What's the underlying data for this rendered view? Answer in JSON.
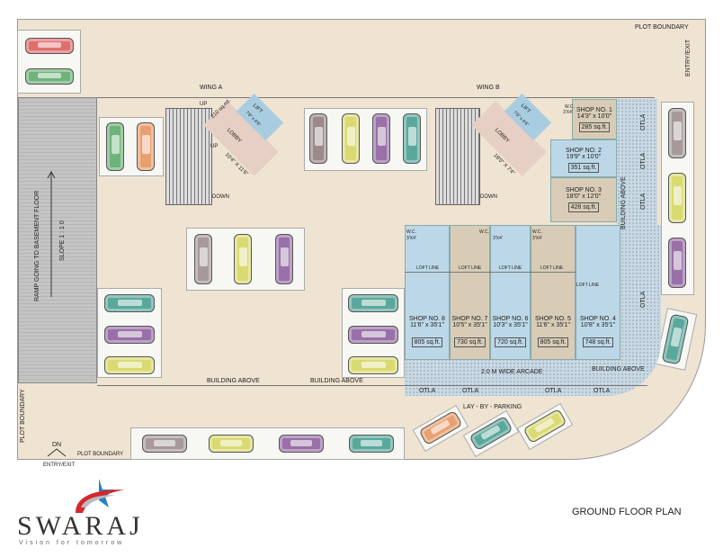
{
  "title": "GROUND FLOOR PLAN",
  "brand": {
    "name": "SWARAJ",
    "tagline": "Vision for tomorrow",
    "colors": {
      "red": "#d7262e",
      "blue": "#2a7fc4",
      "text": "#333333"
    }
  },
  "labels": {
    "plot_boundary": "PLOT BOUNDARY",
    "entry_exit": "ENTRY/EXIT",
    "dn": "DN",
    "wing_a": "WING  A",
    "wing_b": "WING  B",
    "ramp": "RAMP GOING TO BASEMENT FLOOR",
    "slope": "SLOPE 1 : 1 0",
    "building_above": "BUILDING ABOVE",
    "arcade": "2.0 M WIDE  ARCADE",
    "otla": "OTLA",
    "lay_by": "LAY - BY  - PARKING",
    "loft_line": "LOFT LINE",
    "wc": "W.C.",
    "wc_size": "3'x4'",
    "up": "UP",
    "down": "DOWN",
    "lift": "LIFT",
    "lift_size_1": "7'0\" x 6'6\"",
    "lift_size_2": "7'0\" x 6'6\"",
    "lobby": "LOBBY",
    "lobby_size_1": "18'0\" X 7'4\"",
    "lobby_size_2": "10'4\" X 11'6\"",
    "stair_area": "210 sq.mt."
  },
  "shops": [
    {
      "name": "SHOP NO. 1",
      "size": "14'3\" x 10'0\"",
      "area": "285 sq.ft."
    },
    {
      "name": "SHOP NO. 2",
      "size": "19'9\" x 10'0\"",
      "area": "351 sq.ft."
    },
    {
      "name": "SHOP NO. 3",
      "size": "18'0\" x 12'0\"",
      "area": "428 sq.ft."
    },
    {
      "name": "SHOP NO. 4",
      "size": "10'8\" x 35'1\"",
      "area": "748 sq.ft."
    },
    {
      "name": "SHOP NO. 5",
      "size": "11'6\" x 35'1\"",
      "area": "805 sq.ft."
    },
    {
      "name": "SHOP NO. 6",
      "size": "10'3\" x 35'1\"",
      "area": "720 sq.ft."
    },
    {
      "name": "SHOP NO. 7",
      "size": "10'5\" x 35'1\"",
      "area": "730 sq.ft."
    },
    {
      "name": "SHOP NO. 8",
      "size": "11'6\" x 35'1\"",
      "area": "805 sq.ft."
    }
  ]
}
